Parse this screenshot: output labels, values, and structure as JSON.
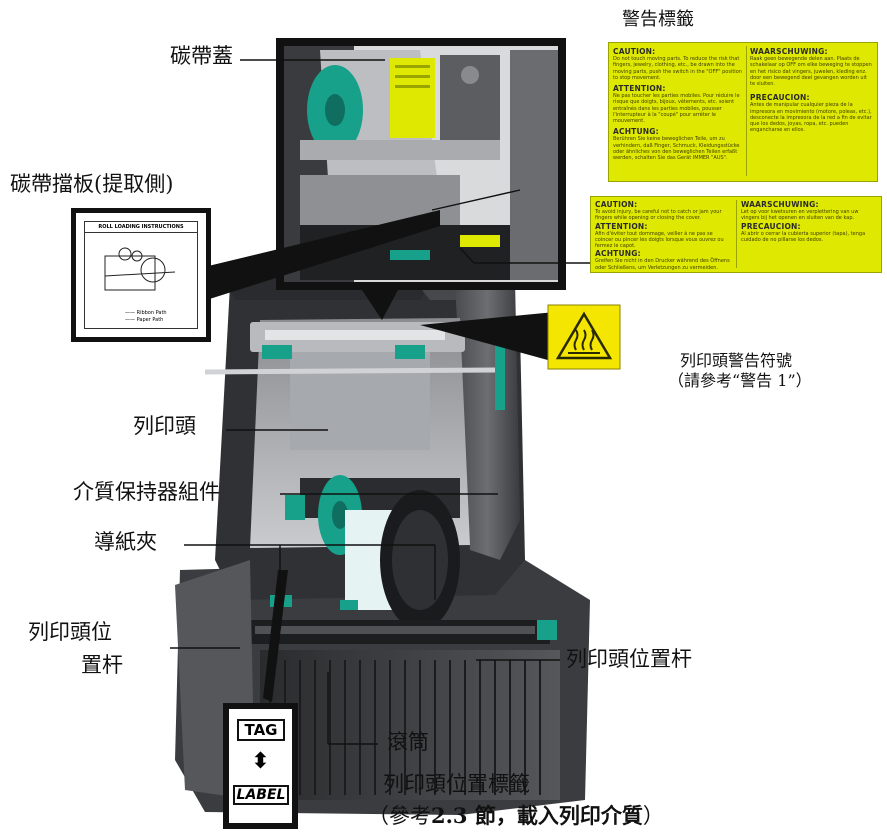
{
  "labels": {
    "ribbon_cover": "碳帶蓋",
    "warning_labels": "警告標籤",
    "ribbon_shaft_holder": "碳帶擋板(提取側)",
    "print_head": "列印頭",
    "print_head_warning_symbol": "列印頭警告符號",
    "print_head_warning_ref": "（請參考“警告 1”）",
    "media_holder_assembly": "介質保持器組件",
    "paper_guide": "導紙夾",
    "head_lever_left_line1": "列印頭位",
    "head_lever_left_line2": "置杆",
    "head_lever_right": "列印頭位置杆",
    "platen": "滾筒",
    "head_position_label": "列印頭位置標籤",
    "head_position_ref_prefix": "（參考",
    "head_position_ref_bold": "2.3 節，載入列印介質",
    "head_position_ref_suffix": "）"
  },
  "warning_panel_large": {
    "caution_h": "CAUTION:",
    "caution_t": "Do not touch moving parts. To reduce the risk that fingers, jewelry, clothing, etc., be drawn into the moving parts, push the switch in the \"OFF\" position to stop movement.",
    "attention_h": "ATTENTION:",
    "attention_t": "Ne pas toucher les parties mobiles. Pour réduire le risque que doigts, bijoux, vêtements, etc. soient entraînés dans les parties mobiles, pousser l'interrupteur à la \"coupé\" pour arrêter le mouvement.",
    "achtung_h": "ACHTUNG:",
    "achtung_t": "Berühren Sie keine beweglichen Teile, um zu verhindern, daß Finger, Schmuck, Kleidungsstücke oder ähnliches von den beweglichen Teilen erfaßt werden, schalten Sie das Gerät IMMER \"AUS\".",
    "waarsch_h": "WAARSCHUWING:",
    "waarsch_t": "Raak geen bewegende delen aan. Plaats de schakelaar op OFF om elke beweging te stoppen en het risico dat vingers, juwelen, kleding enz. door een bewegend deel gevangen worden uit te sluiten.",
    "precaucion_h": "PRECAUCION:",
    "precaucion_t": "Antes de manipular cualquier pieza de la impresora en movimiento (motore, poleas, etc.), desconecte la impresora de la red a fin de evitar que los dedos, joyas, ropa, etc. pueden engancharse en ellos."
  },
  "warning_panel_small": {
    "caution_h": "CAUTION:",
    "caution_t": "To avoid injury, be careful not to catch or jam your fingers while opening or closing the cover.",
    "attention_h": "ATTENTION:",
    "attention_t": "Afin d'éviter tout dommage, veiller à ne pas se coincer ou pincer les doigts lorsque vous ouvrez ou fermez le capot.",
    "achtung_h": "ACHTUNG:",
    "achtung_t": "Greifen Sie nicht in den Drucker während des Öffnens oder Schließens, um Verletzungen zu vermeiden.",
    "waarsch_h": "WAARSCHUWING:",
    "waarsch_t": "Let op voor kwetsuren en verplettering van uw vingers bij het openen en sluiten van de kap.",
    "precaucion_h": "PRECAUCION:",
    "precaucion_t": "Al abrir o cerrar la cubierta superior (tapa), tenga cuidado de no pillarse los dedos."
  },
  "roll_loading_card": {
    "title": "ROLL LOADING INSTRUCTIONS",
    "legend_ribbon": "Ribbon Path",
    "legend_paper": "Paper Path"
  },
  "tag_label_badge": {
    "tag": "TAG",
    "arrow": "⬍",
    "label": "LABEL"
  },
  "colors": {
    "warning_panel": "#dfe800",
    "hot_symbol_bg": "#f4e600",
    "printer_body": "#2f3033",
    "teal_parts": "#17a08a"
  }
}
